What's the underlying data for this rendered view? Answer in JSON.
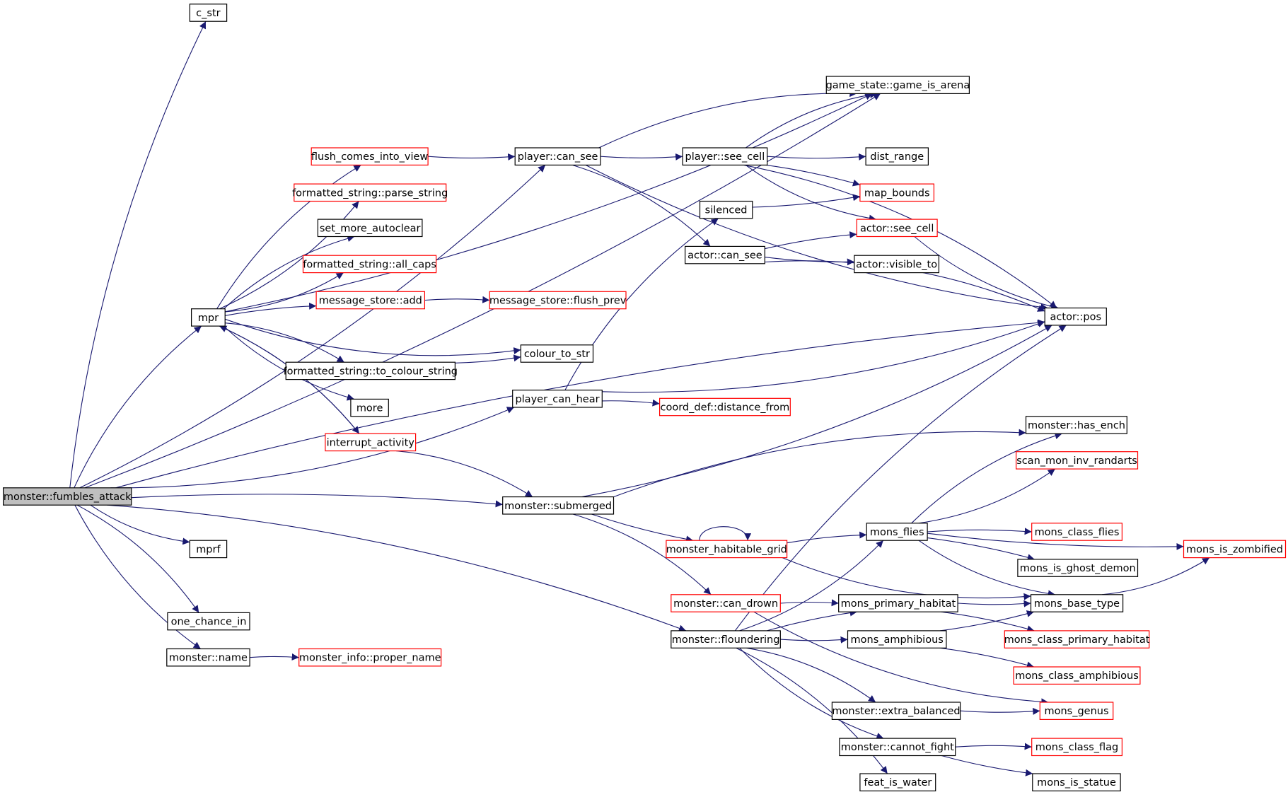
{
  "graph": {
    "edge_color": "#191970",
    "root_fill": "#bfbfbf",
    "nodes": [
      {
        "id": "root",
        "label": "monster::fumbles_attack",
        "border": "black",
        "root": true
      },
      {
        "id": "c_str",
        "label": "c_str",
        "border": "black"
      },
      {
        "id": "game_is_arena",
        "label": "game_state::game_is_arena",
        "border": "black"
      },
      {
        "id": "flush_comes",
        "label": "flush_comes_into_view",
        "border": "red"
      },
      {
        "id": "player_can_see",
        "label": "player::can_see",
        "border": "black"
      },
      {
        "id": "player_see_cell",
        "label": "player::see_cell",
        "border": "black"
      },
      {
        "id": "dist_range",
        "label": "dist_range",
        "border": "black"
      },
      {
        "id": "parse_string",
        "label": "formatted_string::parse_string",
        "border": "red"
      },
      {
        "id": "map_bounds",
        "label": "map_bounds",
        "border": "red"
      },
      {
        "id": "silenced",
        "label": "silenced",
        "border": "black"
      },
      {
        "id": "set_more",
        "label": "set_more_autoclear",
        "border": "black"
      },
      {
        "id": "actor_see_cell",
        "label": "actor::see_cell",
        "border": "red"
      },
      {
        "id": "actor_can_see",
        "label": "actor::can_see",
        "border": "black"
      },
      {
        "id": "all_caps",
        "label": "formatted_string::all_caps",
        "border": "red"
      },
      {
        "id": "visible_to",
        "label": "actor::visible_to",
        "border": "black"
      },
      {
        "id": "mpr",
        "label": "mpr",
        "border": "black"
      },
      {
        "id": "msg_add",
        "label": "message_store::add",
        "border": "red"
      },
      {
        "id": "flush_prev",
        "label": "message_store::flush_prev",
        "border": "red"
      },
      {
        "id": "actor_pos",
        "label": "actor::pos",
        "border": "black"
      },
      {
        "id": "colour_to_str",
        "label": "colour_to_str",
        "border": "black"
      },
      {
        "id": "to_colour",
        "label": "formatted_string::to_colour_string",
        "border": "black"
      },
      {
        "id": "player_can_hear",
        "label": "player_can_hear",
        "border": "black"
      },
      {
        "id": "more",
        "label": "more",
        "border": "black"
      },
      {
        "id": "distance_from",
        "label": "coord_def::distance_from",
        "border": "red"
      },
      {
        "id": "has_ench",
        "label": "monster::has_ench",
        "border": "black"
      },
      {
        "id": "interrupt",
        "label": "interrupt_activity",
        "border": "red"
      },
      {
        "id": "scan_mon",
        "label": "scan_mon_inv_randarts",
        "border": "red"
      },
      {
        "id": "submerged",
        "label": "monster::submerged",
        "border": "black"
      },
      {
        "id": "mons_flies",
        "label": "mons_flies",
        "border": "black"
      },
      {
        "id": "mons_class_flies",
        "label": "mons_class_flies",
        "border": "red"
      },
      {
        "id": "mprf",
        "label": "mprf",
        "border": "black"
      },
      {
        "id": "habitable",
        "label": "monster_habitable_grid",
        "border": "red"
      },
      {
        "id": "zombified",
        "label": "mons_is_zombified",
        "border": "red"
      },
      {
        "id": "ghost_demon",
        "label": "mons_is_ghost_demon",
        "border": "black"
      },
      {
        "id": "can_drown",
        "label": "monster::can_drown",
        "border": "red"
      },
      {
        "id": "primary_habitat",
        "label": "mons_primary_habitat",
        "border": "black"
      },
      {
        "id": "base_type",
        "label": "mons_base_type",
        "border": "black"
      },
      {
        "id": "one_chance",
        "label": "one_chance_in",
        "border": "black"
      },
      {
        "id": "floundering",
        "label": "monster::floundering",
        "border": "black"
      },
      {
        "id": "amphibious",
        "label": "mons_amphibious",
        "border": "black"
      },
      {
        "id": "class_primary_habitat",
        "label": "mons_class_primary_habitat",
        "border": "red"
      },
      {
        "id": "monster_name",
        "label": "monster::name",
        "border": "black"
      },
      {
        "id": "proper_name",
        "label": "monster_info::proper_name",
        "border": "red"
      },
      {
        "id": "class_amphibious",
        "label": "mons_class_amphibious",
        "border": "red"
      },
      {
        "id": "extra_balanced",
        "label": "monster::extra_balanced",
        "border": "black"
      },
      {
        "id": "mons_genus",
        "label": "mons_genus",
        "border": "red"
      },
      {
        "id": "cannot_fight",
        "label": "monster::cannot_fight",
        "border": "black"
      },
      {
        "id": "class_flag",
        "label": "mons_class_flag",
        "border": "red"
      },
      {
        "id": "feat_is_water",
        "label": "feat_is_water",
        "border": "black"
      },
      {
        "id": "is_statue",
        "label": "mons_is_statue",
        "border": "black"
      }
    ],
    "edges": [
      [
        "root",
        "c_str"
      ],
      [
        "root",
        "game_is_arena"
      ],
      [
        "root",
        "actor_pos"
      ],
      [
        "root",
        "player_can_see"
      ],
      [
        "root",
        "mpr"
      ],
      [
        "root",
        "player_can_hear"
      ],
      [
        "root",
        "submerged"
      ],
      [
        "root",
        "mprf"
      ],
      [
        "root",
        "one_chance"
      ],
      [
        "root",
        "monster_name"
      ],
      [
        "root",
        "floundering"
      ],
      [
        "mpr",
        "game_is_arena"
      ],
      [
        "mpr",
        "flush_comes"
      ],
      [
        "mpr",
        "parse_string"
      ],
      [
        "mpr",
        "set_more"
      ],
      [
        "mpr",
        "all_caps"
      ],
      [
        "mpr",
        "msg_add"
      ],
      [
        "mpr",
        "colour_to_str"
      ],
      [
        "mpr",
        "to_colour"
      ],
      [
        "mpr",
        "more"
      ],
      [
        "mpr",
        "interrupt"
      ],
      [
        "interrupt",
        "mpr"
      ],
      [
        "interrupt",
        "submerged"
      ],
      [
        "flush_comes",
        "player_can_see"
      ],
      [
        "msg_add",
        "flush_prev"
      ],
      [
        "to_colour",
        "colour_to_str"
      ],
      [
        "player_can_see",
        "game_is_arena"
      ],
      [
        "player_can_see",
        "player_see_cell"
      ],
      [
        "player_can_see",
        "actor_can_see"
      ],
      [
        "player_can_see",
        "actor_pos"
      ],
      [
        "player_see_cell",
        "game_is_arena"
      ],
      [
        "player_see_cell",
        "dist_range"
      ],
      [
        "player_see_cell",
        "map_bounds"
      ],
      [
        "player_see_cell",
        "actor_see_cell"
      ],
      [
        "player_see_cell",
        "actor_pos"
      ],
      [
        "silenced",
        "map_bounds"
      ],
      [
        "actor_can_see",
        "actor_see_cell"
      ],
      [
        "actor_can_see",
        "visible_to"
      ],
      [
        "actor_can_see",
        "actor_pos"
      ],
      [
        "actor_see_cell",
        "actor_pos"
      ],
      [
        "player_can_hear",
        "silenced"
      ],
      [
        "player_can_hear",
        "actor_pos"
      ],
      [
        "player_can_hear",
        "distance_from"
      ],
      [
        "submerged",
        "actor_pos"
      ],
      [
        "submerged",
        "has_ench"
      ],
      [
        "submerged",
        "habitable"
      ],
      [
        "submerged",
        "can_drown"
      ],
      [
        "habitable",
        "habitable"
      ],
      [
        "habitable",
        "mons_flies"
      ],
      [
        "habitable",
        "base_type"
      ],
      [
        "mons_flies",
        "has_ench"
      ],
      [
        "mons_flies",
        "scan_mon"
      ],
      [
        "mons_flies",
        "mons_class_flies"
      ],
      [
        "mons_flies",
        "zombified"
      ],
      [
        "mons_flies",
        "ghost_demon"
      ],
      [
        "mons_flies",
        "base_type"
      ],
      [
        "can_drown",
        "primary_habitat"
      ],
      [
        "can_drown",
        "mons_genus"
      ],
      [
        "floundering",
        "actor_pos"
      ],
      [
        "floundering",
        "mons_flies"
      ],
      [
        "floundering",
        "primary_habitat"
      ],
      [
        "floundering",
        "amphibious"
      ],
      [
        "floundering",
        "extra_balanced"
      ],
      [
        "floundering",
        "cannot_fight"
      ],
      [
        "floundering",
        "feat_is_water"
      ],
      [
        "primary_habitat",
        "base_type"
      ],
      [
        "primary_habitat",
        "class_primary_habitat"
      ],
      [
        "amphibious",
        "base_type"
      ],
      [
        "amphibious",
        "class_amphibious"
      ],
      [
        "base_type",
        "zombified"
      ],
      [
        "monster_name",
        "proper_name"
      ],
      [
        "extra_balanced",
        "mons_genus"
      ],
      [
        "cannot_fight",
        "class_flag"
      ],
      [
        "cannot_fight",
        "is_statue"
      ]
    ]
  }
}
